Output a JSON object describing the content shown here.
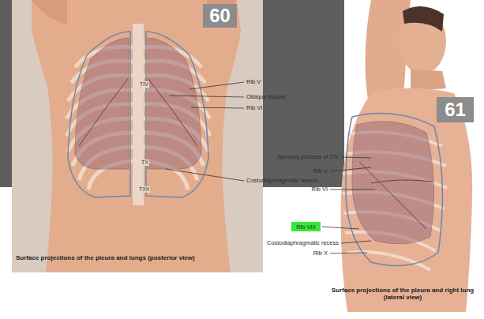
{
  "diagram": {
    "nodes": [
      {
        "text": [
          "60"
        ]
      },
      {
        "text": [
          "61"
        ]
      },
      {
        "text": [
          "Rib VIII"
        ]
      }
    ],
    "labels": [
      "TIV",
      "TX",
      "TXII",
      "Rib V",
      "Oblique fissure",
      "Rib VI",
      "Costodiaphragmatic recess",
      "Spinous process of TIV",
      "Rib V",
      "Rib VI",
      "Costodiaphragmatic recess",
      "Rib X",
      "Surface projections of the pleura and lungs (posterior view)",
      "Surface projections of the pleura and right lung (lateral view)"
    ]
  }
}
